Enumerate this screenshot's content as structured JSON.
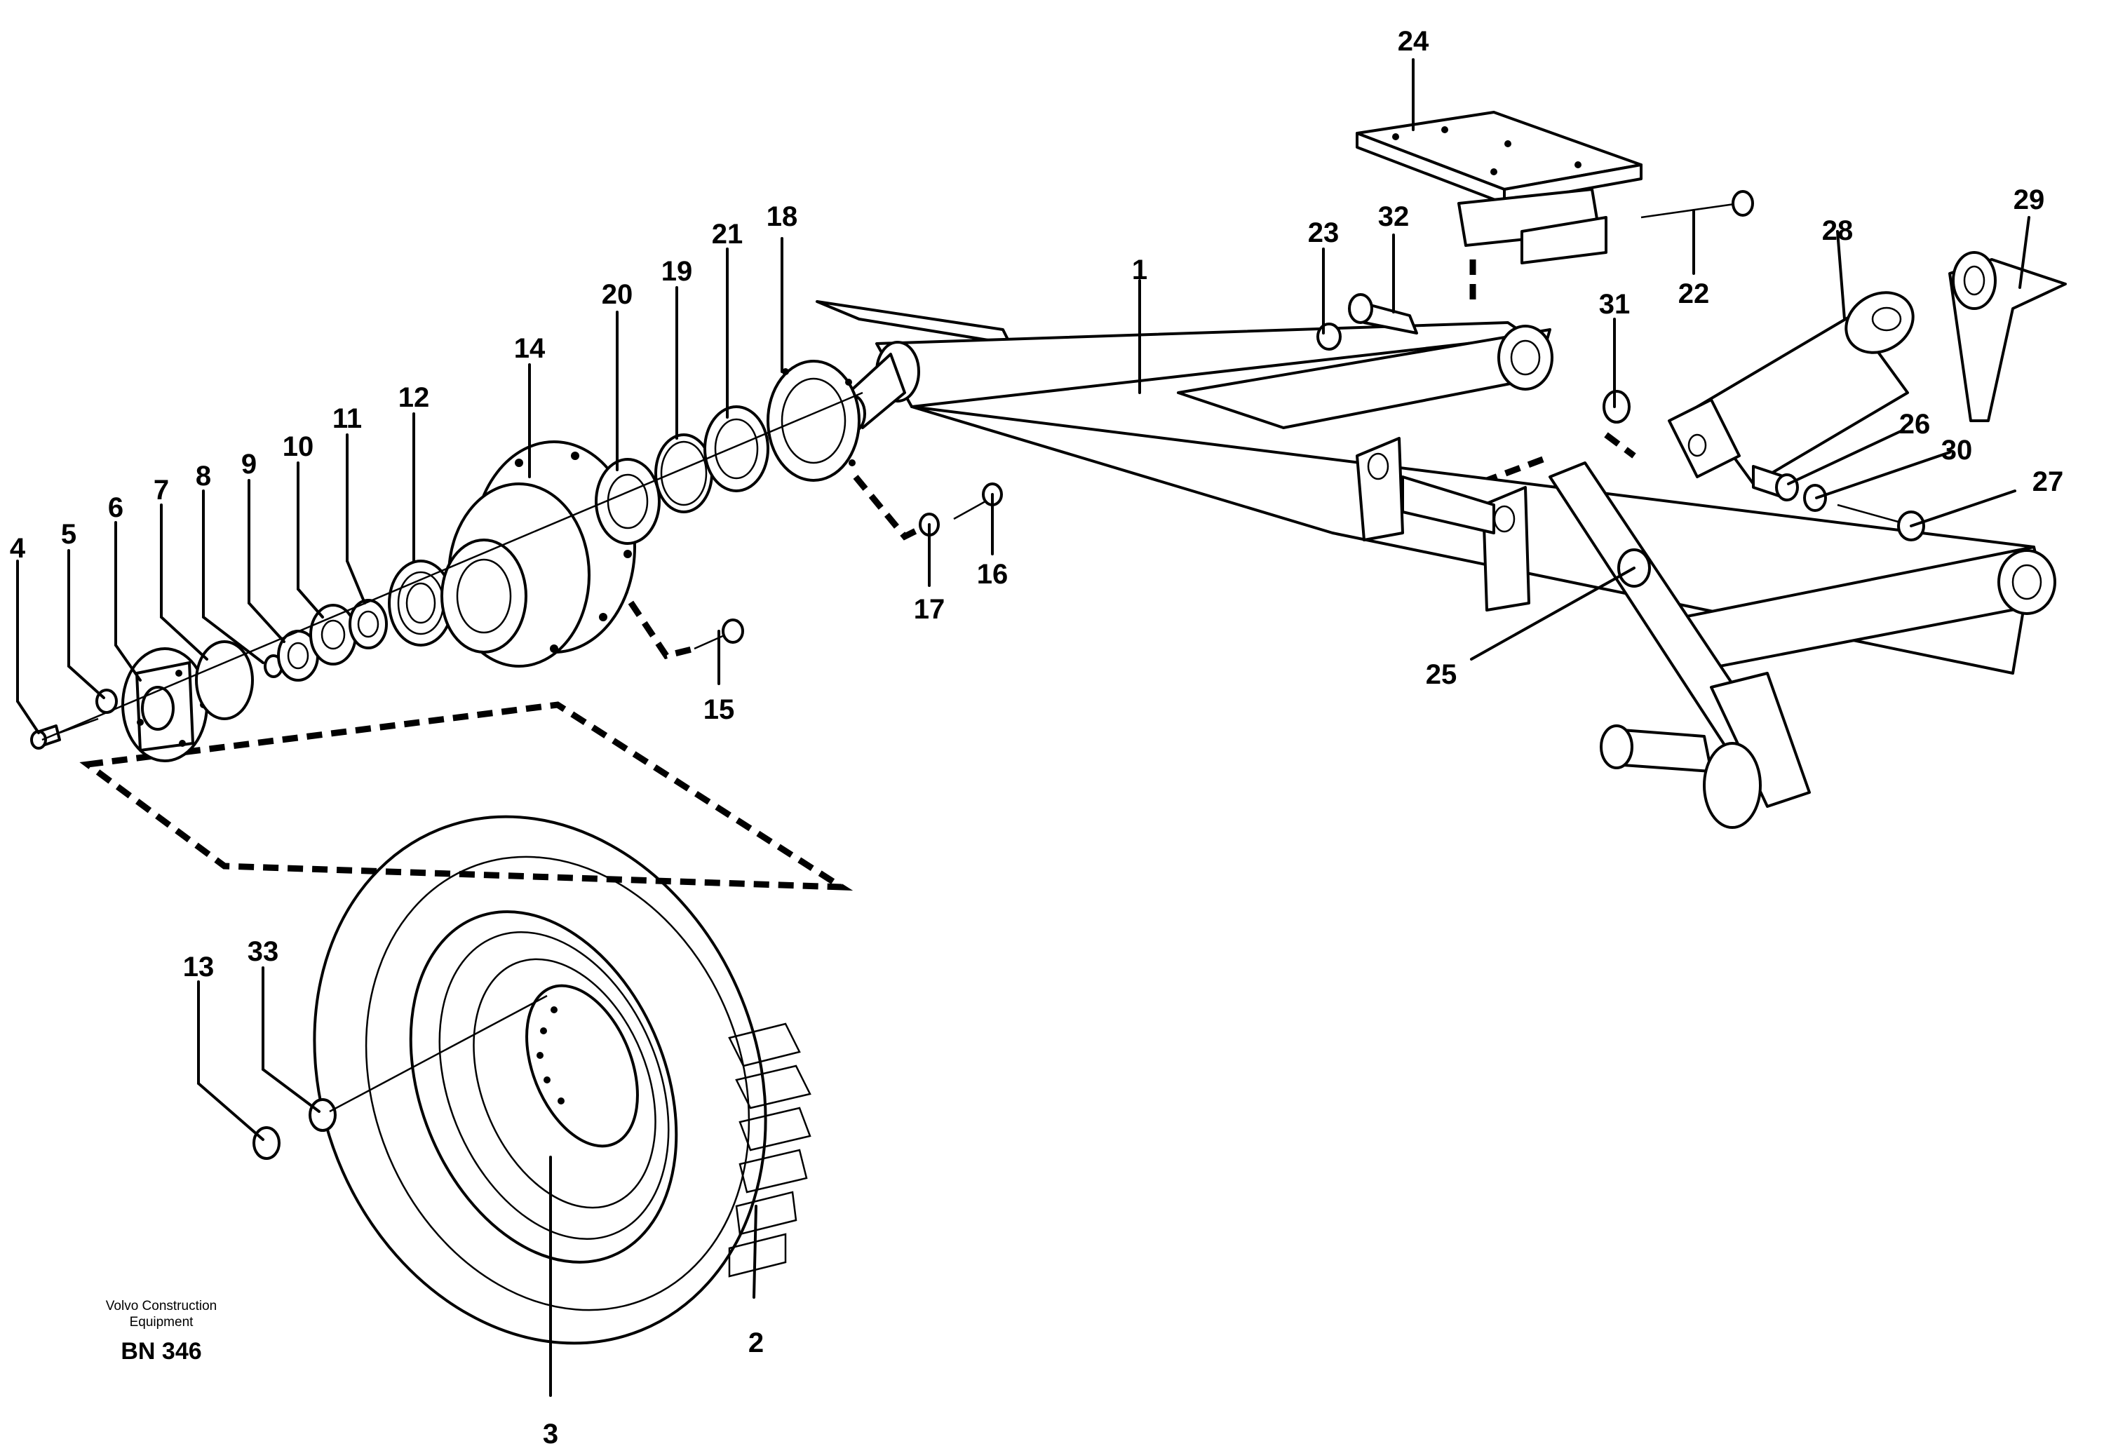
{
  "diagram": {
    "callouts": [
      "1",
      "2",
      "3",
      "4",
      "5",
      "6",
      "7",
      "8",
      "9",
      "10",
      "11",
      "12",
      "13",
      "14",
      "15",
      "16",
      "17",
      "18",
      "19",
      "20",
      "21",
      "22",
      "23",
      "24",
      "25",
      "26",
      "27",
      "28",
      "29",
      "30",
      "31",
      "32",
      "33"
    ]
  },
  "footer": {
    "brand_line1": "Volvo Construction",
    "brand_line2": "Equipment",
    "code": "BN 346"
  }
}
